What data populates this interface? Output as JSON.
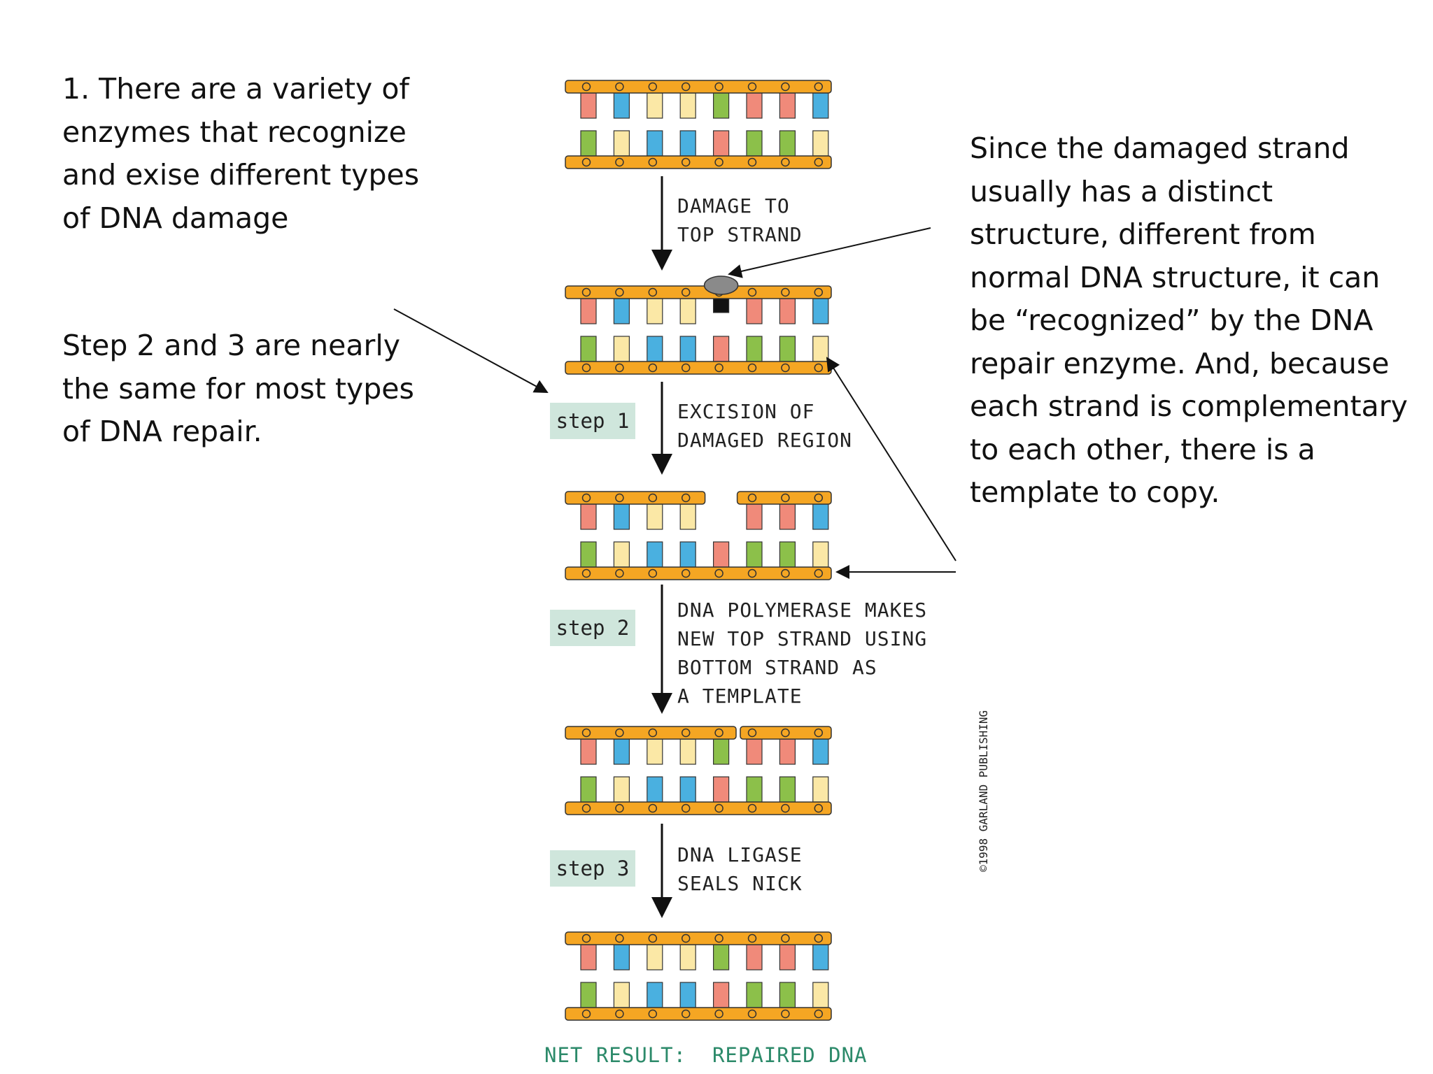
{
  "notes": {
    "left_top": "1.  There are a variety of\nenzymes that recognize\nand exise different types\nof DNA damage",
    "left_middle": "Step 2 and 3 are nearly\nthe same for most types\nof DNA repair.",
    "right": "Since the damaged strand\nusually has a distinct\nstructure, different from\nnormal DNA structure, it can\nbe “recognized” by the DNA\nrepair enzyme.  And, because\neach strand is complementary\nto each other, there is a\ntemplate to copy."
  },
  "diagram": {
    "arrow_labels": {
      "damage": "DAMAGE TO\nTOP STRAND",
      "excision": "EXCISION OF\nDAMAGED REGION",
      "polymerase": "DNA POLYMERASE MAKES\nNEW TOP STRAND USING\nBOTTOM STRAND AS\nA TEMPLATE",
      "ligase": "DNA LIGASE\nSEALS NICK"
    },
    "steps": [
      "step 1",
      "step 2",
      "step 3"
    ],
    "net_result": "NET RESULT:  REPAIRED DNA",
    "copyright": "©1998 GARLAND PUBLISHING"
  },
  "colors": {
    "backbone": "#f5a623",
    "backbone_outline": "#333333",
    "base_red": "#f08a7a",
    "base_blue": "#4ab0e0",
    "base_cream": "#fbe8a6",
    "base_green": "#8cc04a",
    "lesion_gray": "#8a8a8a",
    "step_box": "#cfe6dc",
    "net_result_text": "#2c8a6a"
  }
}
